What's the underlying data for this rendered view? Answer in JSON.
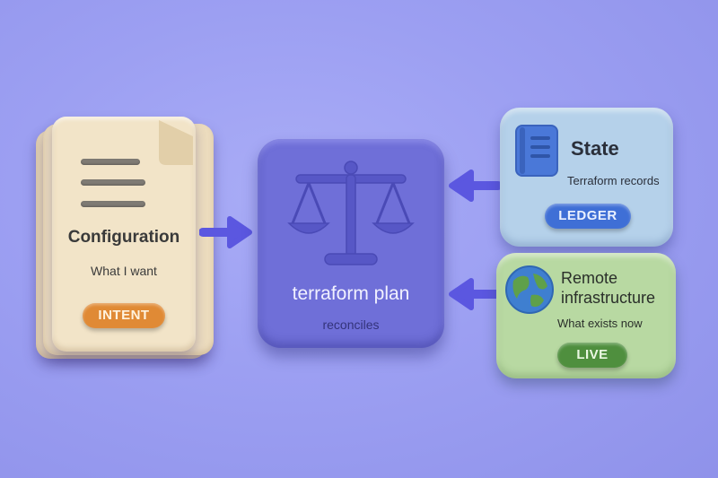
{
  "configuration": {
    "title": "Configuration",
    "subtitle": "What I want",
    "badge": "INTENT",
    "icon": "document-icon"
  },
  "plan": {
    "title": "terraform plan",
    "subtitle": "reconciles",
    "icon": "balance-scale-icon"
  },
  "state": {
    "title": "State",
    "subtitle": "Terraform records",
    "badge": "LEDGER",
    "icon": "ledger-icon"
  },
  "remote": {
    "title_line1": "Remote",
    "title_line2": "infrastructure",
    "subtitle": "What exists now",
    "badge": "LIVE",
    "icon": "globe-icon"
  },
  "colors": {
    "background": "#9c9ff2",
    "plan_box": "#6f6fd8",
    "arrow": "#5b57e0",
    "intent_badge": "#e08a35",
    "ledger_badge": "#3f6fd6",
    "live_badge": "#4f8f3e"
  }
}
